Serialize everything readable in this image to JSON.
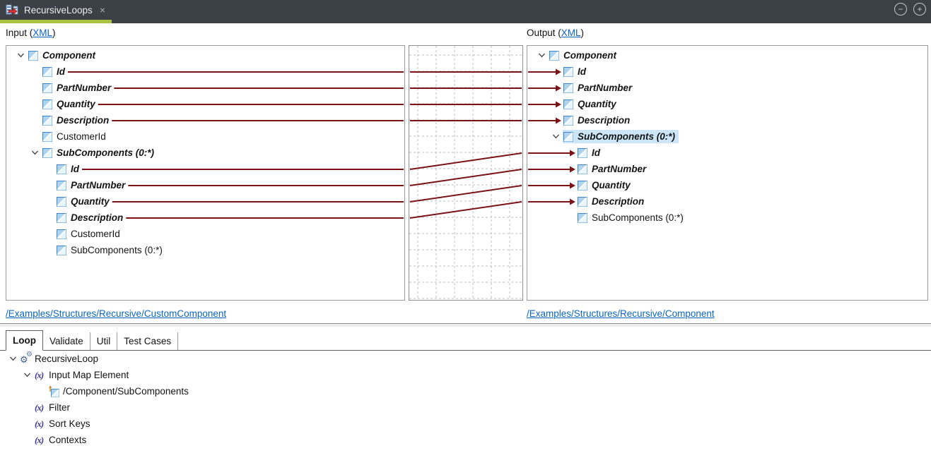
{
  "window": {
    "tab_title": "RecursiveLoops",
    "close_glyph": "×",
    "minimize_glyph": "−",
    "maximize_glyph": "+"
  },
  "headers": {
    "input_prefix": "Input (",
    "input_link": "XML",
    "input_suffix": ")",
    "output_prefix": "Output (",
    "output_link": "XML",
    "output_suffix": ")"
  },
  "input_tree": [
    {
      "key": "in-component",
      "label": "Component",
      "bold": true,
      "expanded": true,
      "children": [
        {
          "key": "in-id",
          "label": "Id",
          "bold": true
        },
        {
          "key": "in-partnumber",
          "label": "PartNumber",
          "bold": true
        },
        {
          "key": "in-quantity",
          "label": "Quantity",
          "bold": true
        },
        {
          "key": "in-description",
          "label": "Description",
          "bold": true
        },
        {
          "key": "in-customerid",
          "label": "CustomerId"
        },
        {
          "key": "in-subcomponents",
          "label": "SubComponents (0:*)",
          "bold": true,
          "expanded": true,
          "children": [
            {
              "key": "in-sub-id",
              "label": "Id",
              "bold": true
            },
            {
              "key": "in-sub-partnumber",
              "label": "PartNumber",
              "bold": true
            },
            {
              "key": "in-sub-quantity",
              "label": "Quantity",
              "bold": true
            },
            {
              "key": "in-sub-description",
              "label": "Description",
              "bold": true
            },
            {
              "key": "in-sub-customerid",
              "label": "CustomerId"
            },
            {
              "key": "in-sub-subcomponents",
              "label": "SubComponents (0:*)"
            }
          ]
        }
      ]
    }
  ],
  "output_tree": [
    {
      "key": "out-component",
      "label": "Component",
      "bold": true,
      "expanded": true,
      "children": [
        {
          "key": "out-id",
          "label": "Id",
          "bold": true
        },
        {
          "key": "out-partnumber",
          "label": "PartNumber",
          "bold": true
        },
        {
          "key": "out-quantity",
          "label": "Quantity",
          "bold": true
        },
        {
          "key": "out-description",
          "label": "Description",
          "bold": true
        },
        {
          "key": "out-subcomponents",
          "label": "SubComponents (0:*)",
          "bold": true,
          "expanded": true,
          "highlight": true,
          "children": [
            {
              "key": "out-sub-id",
              "label": "Id",
              "bold": true
            },
            {
              "key": "out-sub-partnumber",
              "label": "PartNumber",
              "bold": true
            },
            {
              "key": "out-sub-quantity",
              "label": "Quantity",
              "bold": true
            },
            {
              "key": "out-sub-description",
              "label": "Description",
              "bold": true
            },
            {
              "key": "out-sub-subcomponents",
              "label": "SubComponents (0:*)"
            }
          ]
        }
      ]
    }
  ],
  "mappings": [
    {
      "source": "in-id",
      "target": "out-id"
    },
    {
      "source": "in-partnumber",
      "target": "out-partnumber"
    },
    {
      "source": "in-quantity",
      "target": "out-quantity"
    },
    {
      "source": "in-description",
      "target": "out-description"
    },
    {
      "source": "in-sub-id",
      "target": "out-sub-id"
    },
    {
      "source": "in-sub-partnumber",
      "target": "out-sub-partnumber"
    },
    {
      "source": "in-sub-quantity",
      "target": "out-sub-quantity"
    },
    {
      "source": "in-sub-description",
      "target": "out-sub-description"
    }
  ],
  "footer_links": {
    "input": "/Examples/Structures/Recursive/CustomComponent",
    "output": "/Examples/Structures/Recursive/Component"
  },
  "bottom_tabs": [
    {
      "label": "Loop",
      "selected": true
    },
    {
      "label": "Validate",
      "selected": false
    },
    {
      "label": "Util",
      "selected": false
    },
    {
      "label": "Test Cases",
      "selected": false
    }
  ],
  "loop_tree": [
    {
      "label": "RecursiveLoop",
      "icon": "gears",
      "expanded": true,
      "children": [
        {
          "label": "Input Map Element",
          "icon": "fx",
          "expanded": true,
          "children": [
            {
              "label": "/Component/SubComponents",
              "icon": "element-ref"
            }
          ]
        },
        {
          "label": "Filter",
          "icon": "fx"
        },
        {
          "label": "Sort Keys",
          "icon": "fx"
        },
        {
          "label": "Contexts",
          "icon": "fx"
        }
      ]
    }
  ],
  "icons": {
    "fx_glyph": "(x)",
    "gear_glyph": "⚙"
  },
  "colors": {
    "mapping_line": "#7A1315",
    "accent_underline": "#A9C23F",
    "link": "#0A64C2",
    "highlight": "#CDE6F7",
    "grid_dash": "#BDBDBD"
  }
}
